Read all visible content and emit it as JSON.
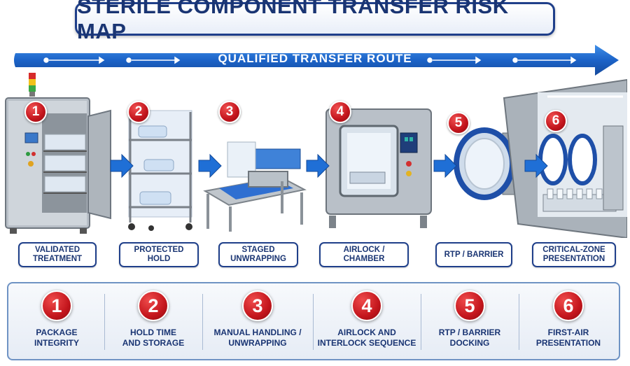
{
  "title": "STERILE COMPONENT TRANSFER RISK MAP",
  "route_label": "QUALIFIED TRANSFER ROUTE",
  "stages": [
    {
      "number": "1",
      "label": "VALIDATED\nTREATMENT"
    },
    {
      "number": "2",
      "label": "PROTECTED\nHOLD"
    },
    {
      "number": "3",
      "label": "STAGED\nUNWRAPPING"
    },
    {
      "number": "4",
      "label": "AIRLOCK /\nCHAMBER"
    },
    {
      "number": "5",
      "label": "RTP / BARRIER"
    },
    {
      "number": "6",
      "label": "CRITICAL-ZONE\nPRESENTATION"
    }
  ],
  "risks": [
    {
      "number": "1",
      "label": "PACKAGE\nINTEGRITY"
    },
    {
      "number": "2",
      "label": "HOLD TIME\nAND STORAGE"
    },
    {
      "number": "3",
      "label": "MANUAL HANDLING /\nUNWRAPPING"
    },
    {
      "number": "4",
      "label": "AIRLOCK AND\nINTERLOCK SEQUENCE"
    },
    {
      "number": "5",
      "label": "RTP / BARRIER\nDOCKING"
    },
    {
      "number": "6",
      "label": "FIRST-AIR\nPRESENTATION"
    }
  ],
  "colors": {
    "navy": "#1a3573",
    "route_blue": "#1f6fd6",
    "badge_red": "#c4161d"
  }
}
